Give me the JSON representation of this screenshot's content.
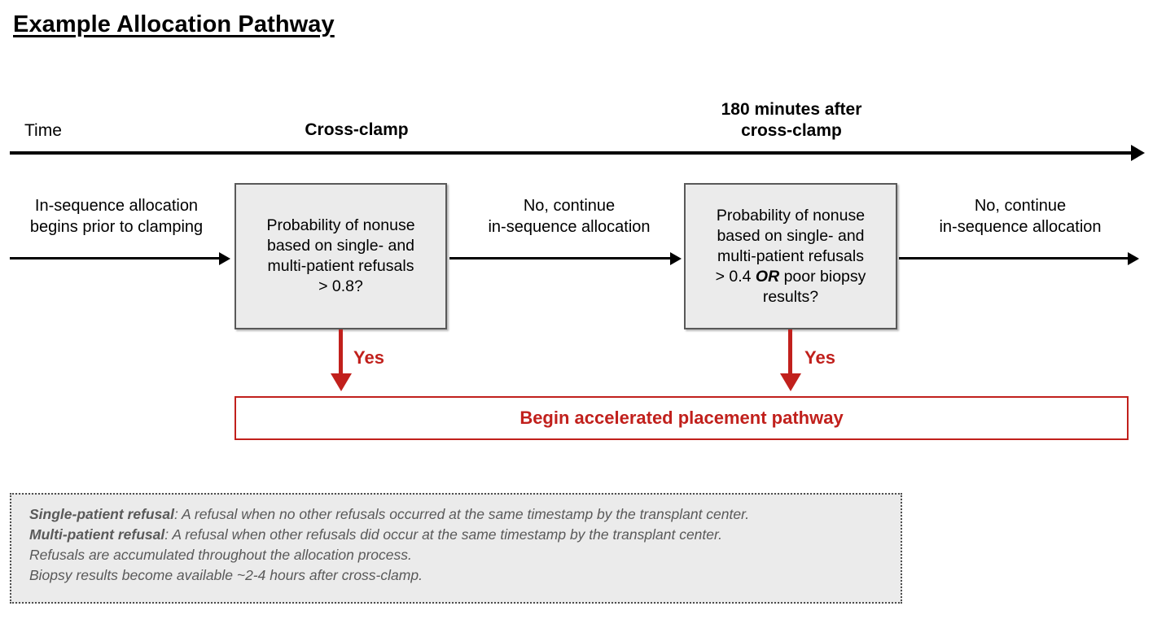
{
  "title": "Example Allocation Pathway",
  "timeline": {
    "axis_label": "Time",
    "milestones": [
      {
        "label": "Cross-clamp"
      },
      {
        "label": "180 minutes after\ncross-clamp"
      }
    ]
  },
  "flow": {
    "entry_label": "In-sequence allocation\nbegins prior to clamping",
    "between_1_2_label": "No, continue\nin-sequence allocation",
    "after_2_label": "No, continue\nin-sequence allocation",
    "decisions": [
      {
        "text_before_or": "Probability of nonuse\nbased on single- and\nmulti-patient refusals\n> 0.8?",
        "emphasis": "",
        "text_after_or": "",
        "yes_label": "Yes"
      },
      {
        "text_before_or": "Probability of nonuse\nbased on single- and\nmulti-patient refusals\n> 0.4 ",
        "emphasis": "OR",
        "text_after_or": " poor biopsy\nresults?",
        "yes_label": "Yes"
      }
    ],
    "outcome_label": "Begin accelerated placement pathway"
  },
  "footnote": {
    "lines": [
      {
        "term": "Single-patient refusal",
        "text": ": A refusal when no other refusals occurred at the same timestamp by the transplant center."
      },
      {
        "term": "Multi-patient refusal",
        "text": ": A refusal when other refusals did occur at the same timestamp by the transplant center."
      },
      {
        "term": "",
        "text": "Refusals are accumulated throughout the allocation process."
      },
      {
        "term": "",
        "text": "Biopsy results become available ~2-4 hours after cross-clamp."
      }
    ]
  },
  "colors": {
    "accent_red": "#c1201c",
    "box_fill": "#ebebeb",
    "box_border": "#595959",
    "footnote_text": "#595959"
  }
}
